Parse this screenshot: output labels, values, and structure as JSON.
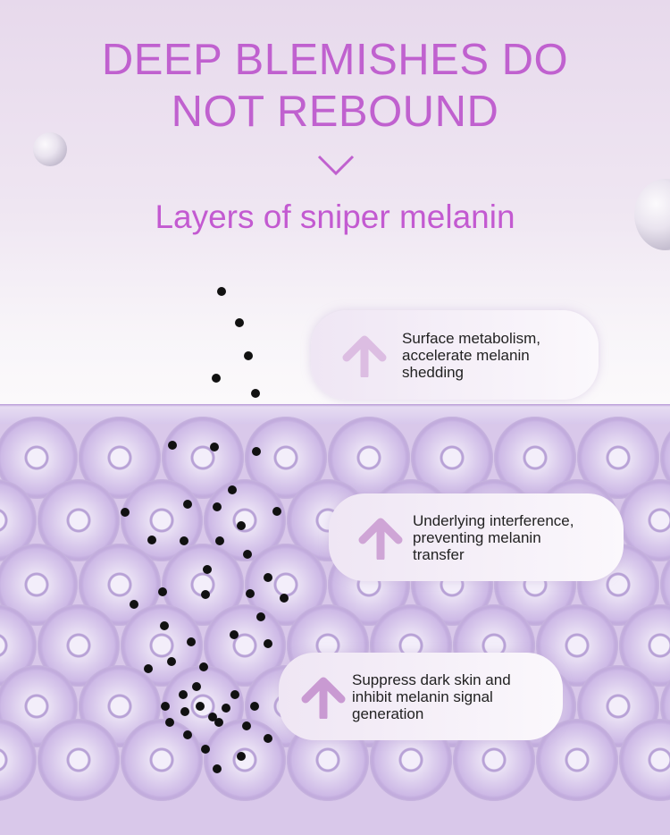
{
  "title": "DEEP BLEMISHES DO\nNOT REBOUND",
  "subtitle": "Layers of sniper melanin",
  "labels": [
    {
      "text": "Surface metabolism,\naccelerate melanin\nshedding",
      "icon": "arrow-up-icon"
    },
    {
      "text": "Underlying interference,\npreventing melanin\ntransfer",
      "icon": "arrow-up-icon"
    },
    {
      "text": "Suppress dark skin and\ninhibit melanin signal\ngeneration",
      "icon": "arrow-up-icon"
    }
  ],
  "colors": {
    "accent": "#c061cf",
    "arrow": "#d9b8de"
  }
}
